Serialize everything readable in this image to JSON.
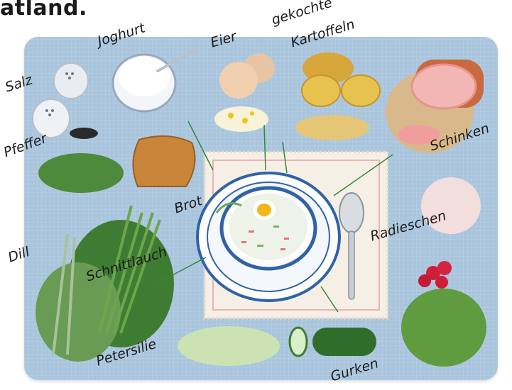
{
  "heading": "atland.",
  "labels": {
    "joghurt": "Joghurt",
    "eier": "Eier",
    "kartoffeln_line1": "gekochte",
    "kartoffeln_line2": "Kartoffeln",
    "salz": "Salz",
    "pfeffer": "Pfeffer",
    "schinken": "Schinken",
    "brot": "Brot",
    "dill": "Dill",
    "schnittlauch": "Schnittlauch",
    "radieschen": "Radieschen",
    "petersilie": "Petersilie",
    "gurken": "Gurken"
  },
  "colors": {
    "board": "#a9c5dd",
    "plate_blue": "#2f63a8",
    "text": "#1c1c1c"
  },
  "icons": [
    "salt-shaker-icon",
    "pepper-pile-icon",
    "yogurt-bowl-icon",
    "eggs-icon",
    "potatoes-icon",
    "ham-icon",
    "bread-icon",
    "soup-bowl-icon",
    "spoon-icon",
    "radish-bunch-icon",
    "cucumber-icon",
    "dill-icon",
    "chives-icon",
    "parsley-icon"
  ]
}
